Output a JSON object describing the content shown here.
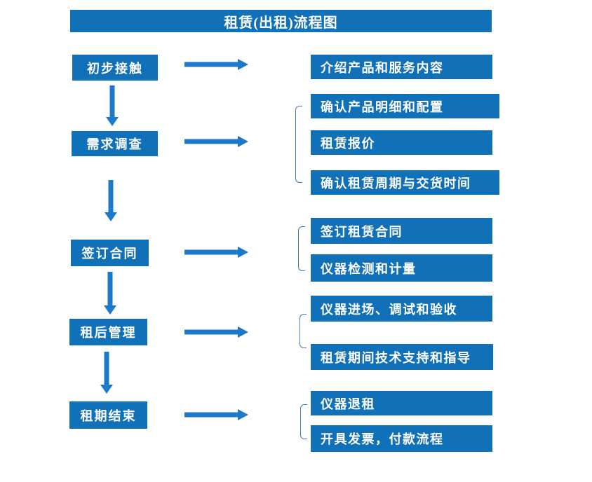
{
  "title": "租赁(出租)流程图",
  "colors": {
    "background": "#FFFFFF",
    "box_fill": "#1070B8",
    "box_text": "#FFFFFF",
    "arrow": "#1C78C8",
    "bracket": "#3E7DC0"
  },
  "steps": [
    {
      "label": "初步接触",
      "details": [
        "介绍产品和服务内容"
      ]
    },
    {
      "label": "需求调查",
      "details": [
        "确认产品明细和配置",
        "租赁报价",
        "确认租赁周期与交货时间"
      ]
    },
    {
      "label": "签订合同",
      "details": [
        "签订租赁合同",
        "仪器检测和计量"
      ]
    },
    {
      "label": "租后管理",
      "details": [
        "仪器进场、调试和验收",
        "租赁期间技术支持和指导"
      ]
    },
    {
      "label": "租期结束",
      "details": [
        "仪器退租",
        "开具发票，付款流程"
      ]
    }
  ]
}
